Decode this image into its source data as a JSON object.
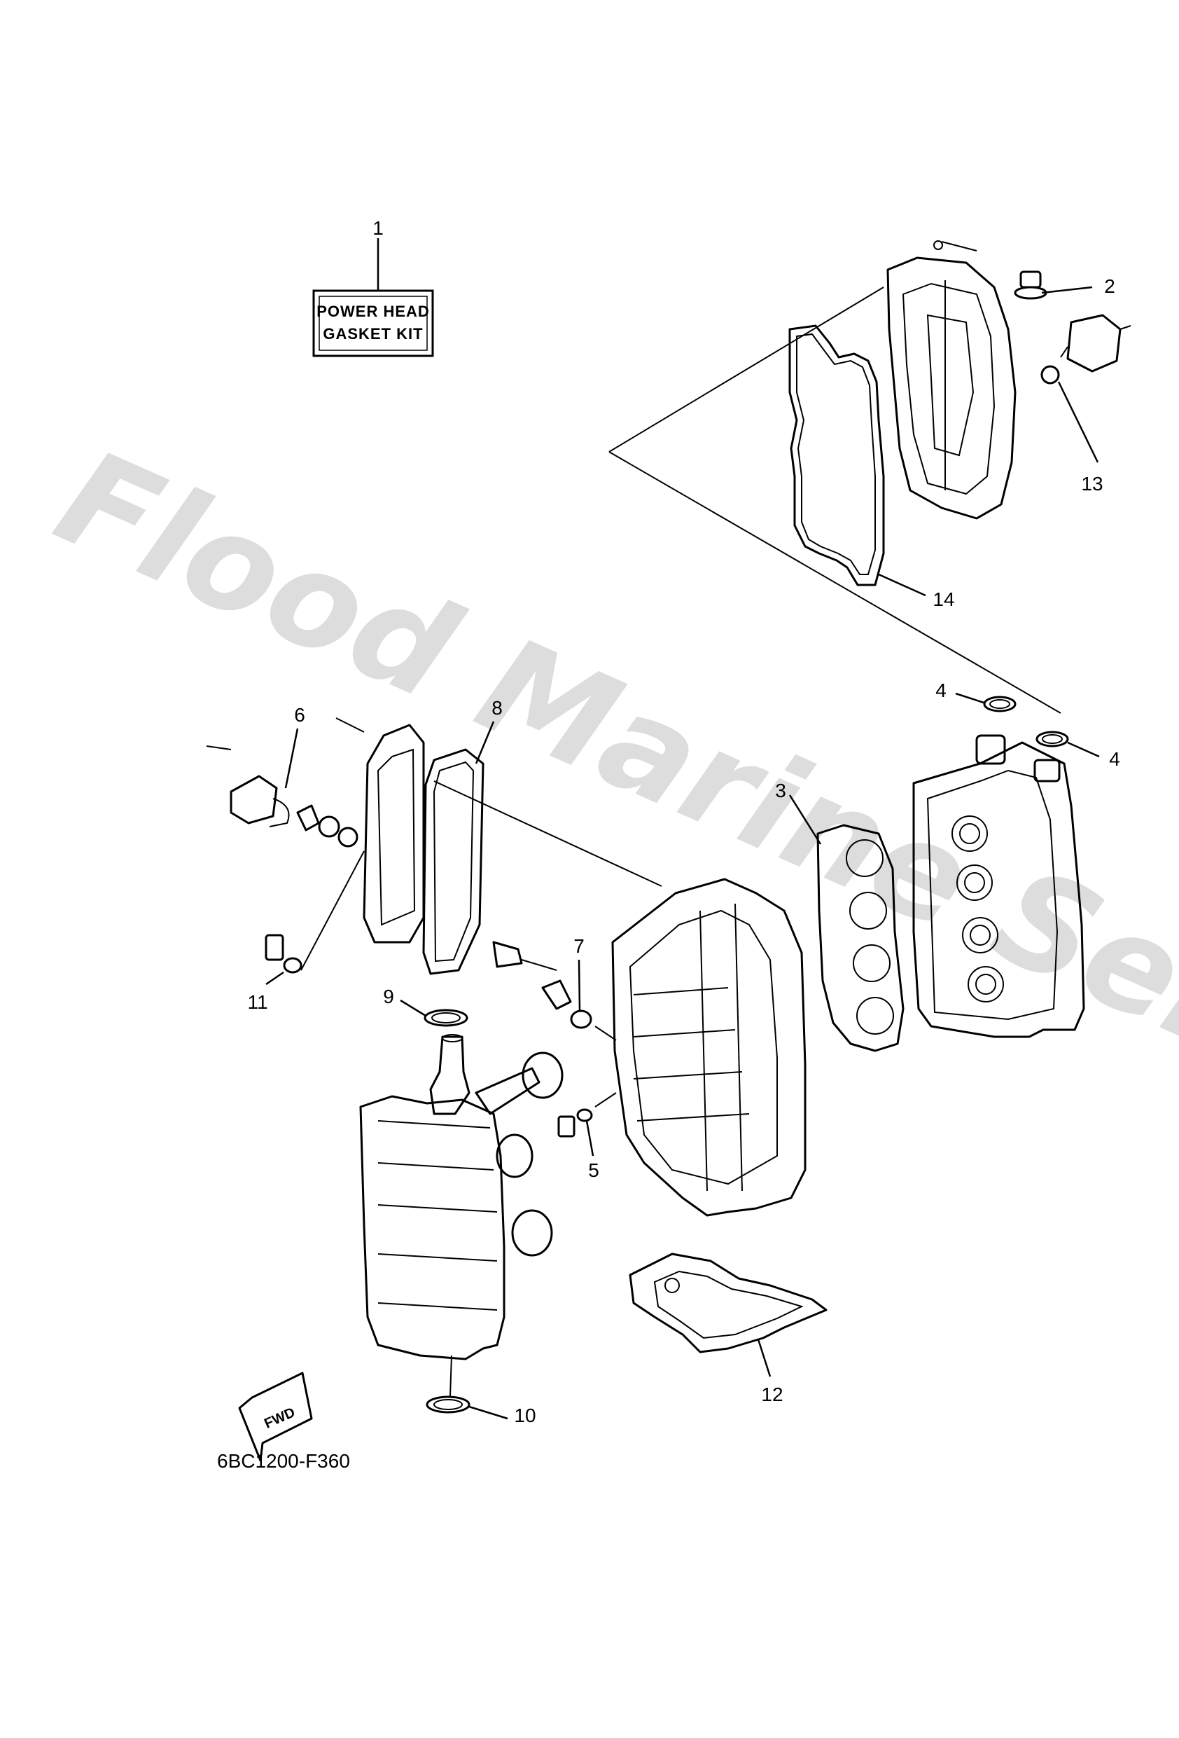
{
  "watermark": "Flood Marine Services",
  "kit_box": {
    "line1": "POWER HEAD",
    "line2": "GASKET KIT"
  },
  "fwd_label": "FWD",
  "diagram_code": "6BC1200-F360",
  "callouts": [
    "1",
    "2",
    "3",
    "4",
    "4",
    "5",
    "6",
    "7",
    "8",
    "9",
    "10",
    "11",
    "12",
    "13",
    "14"
  ]
}
